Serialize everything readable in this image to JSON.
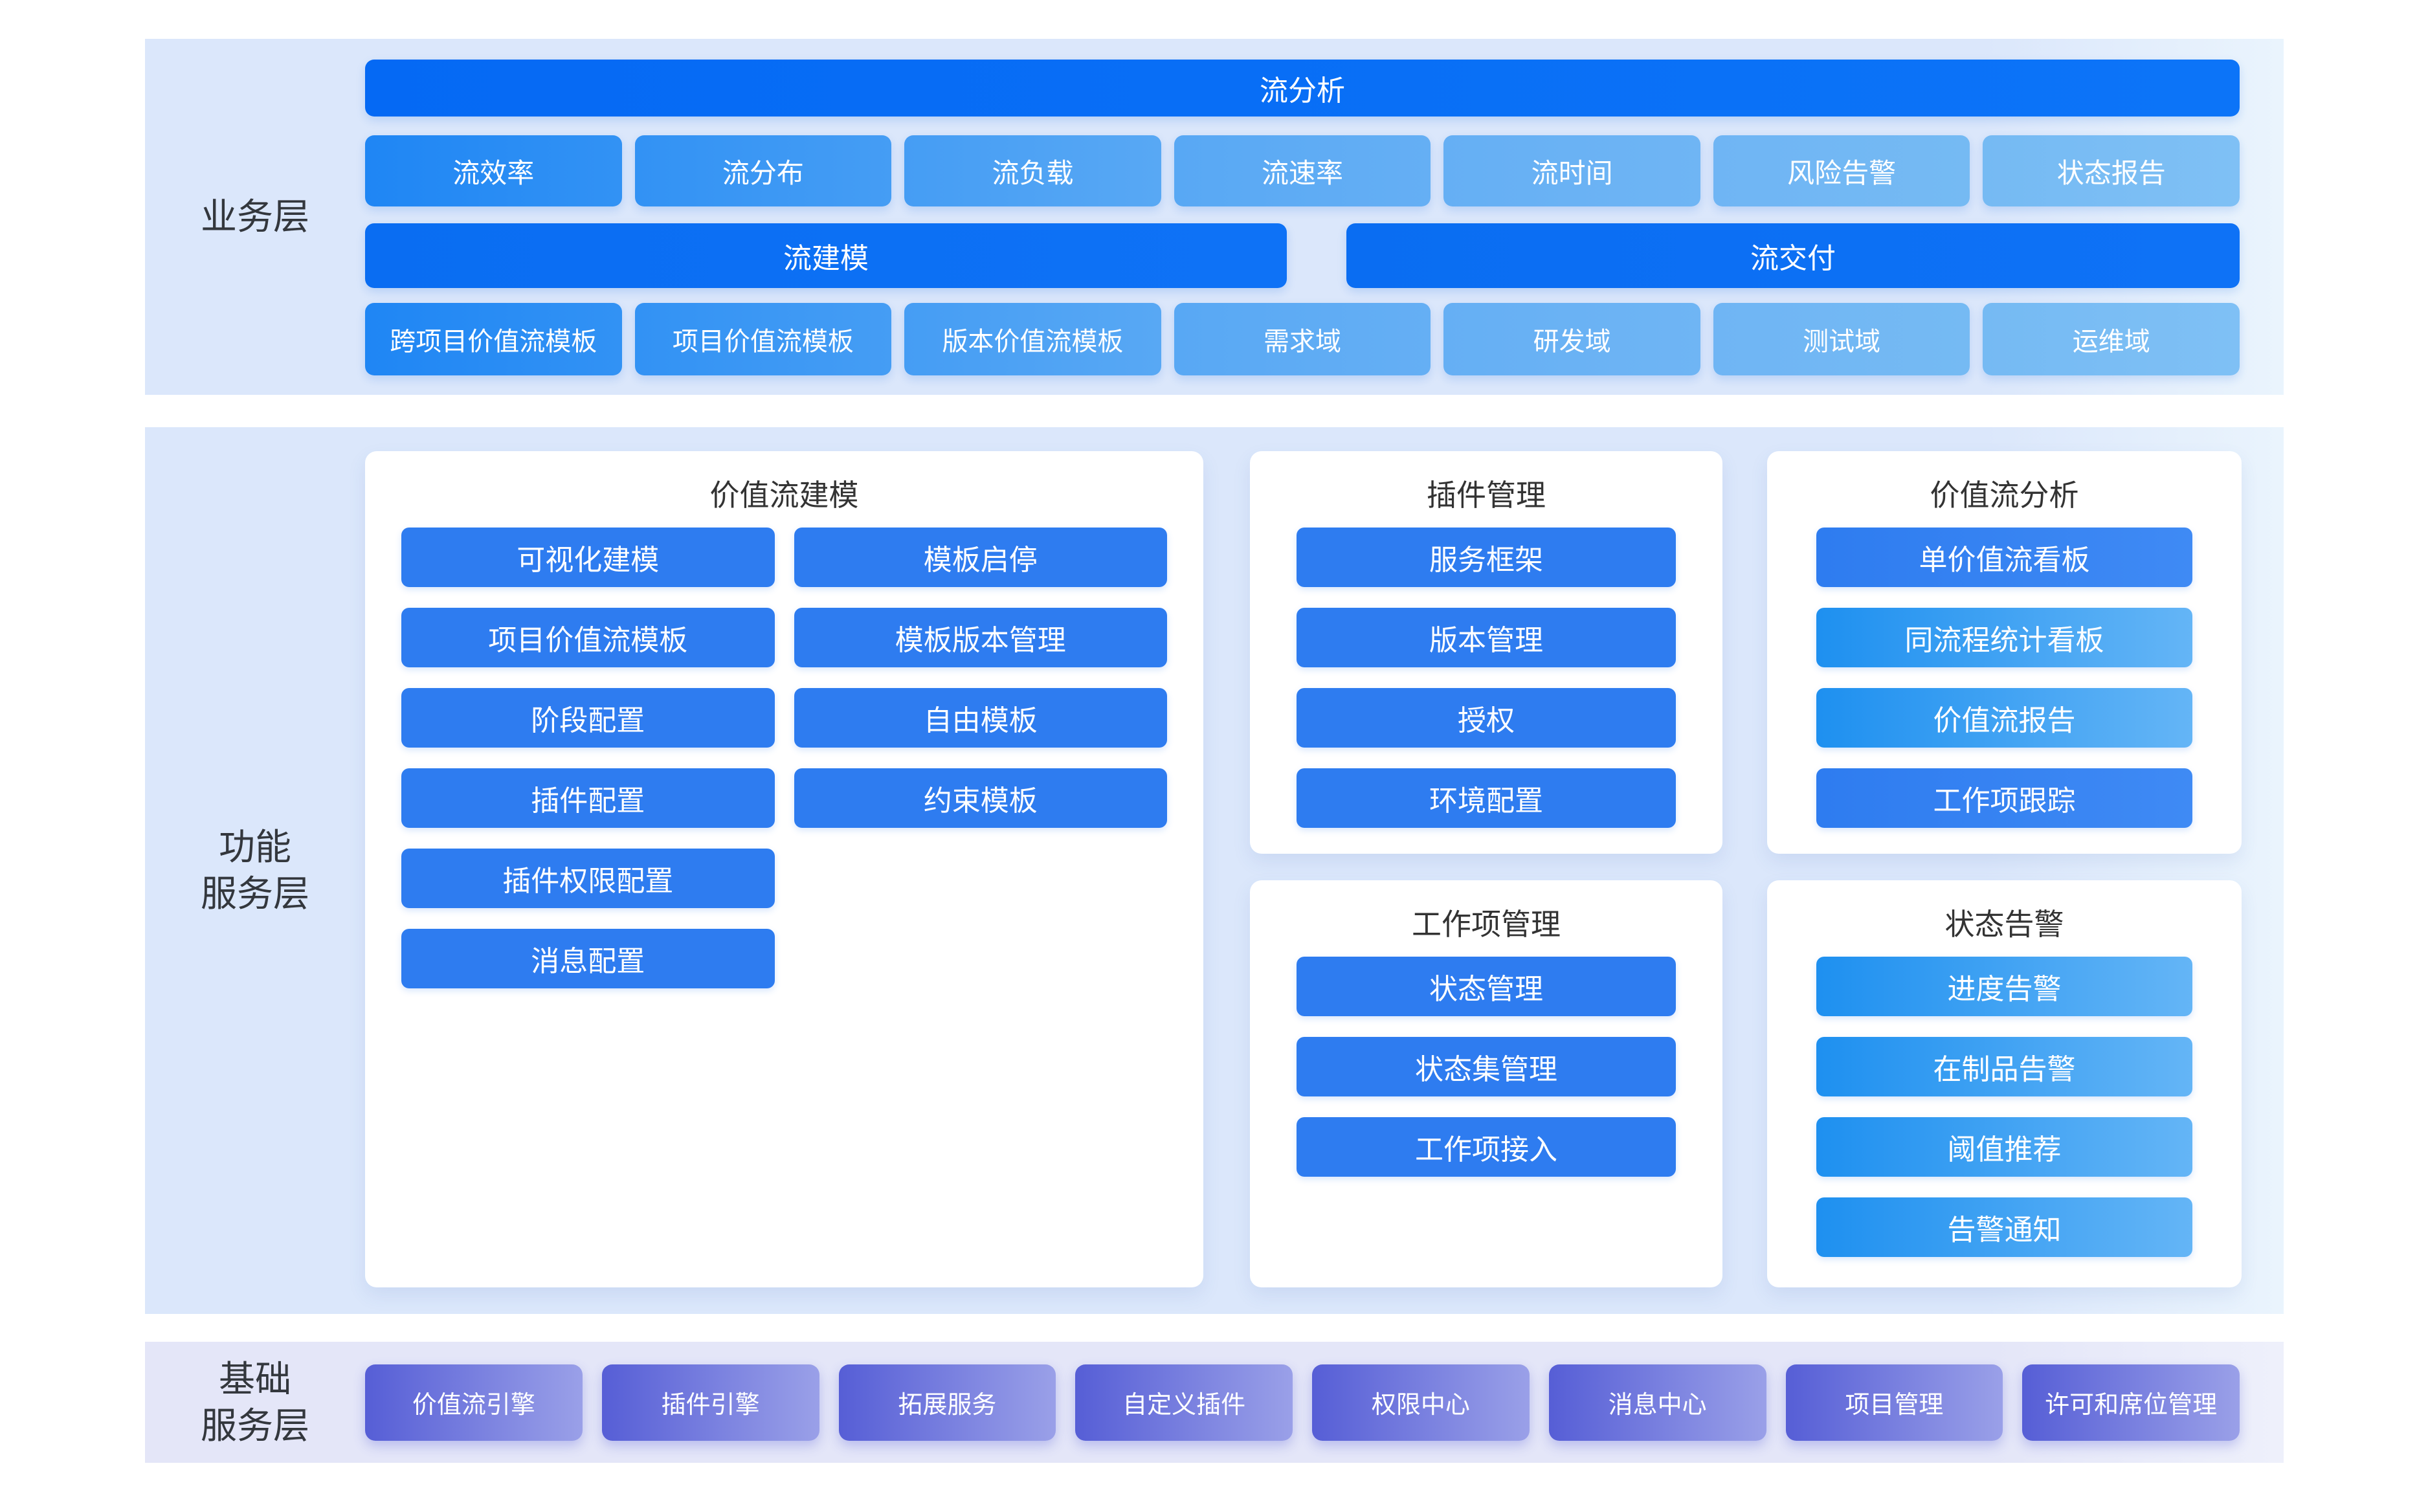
{
  "colors": {
    "page_bg": "#ffffff",
    "band_blue_bg": [
      "#dbe7fb",
      "#eaf4fd"
    ],
    "band_purple_bg": [
      "#e4e6f8",
      "#eef0fb"
    ],
    "primary_bar_gradient": [
      "#0569f4",
      "#0c74f8"
    ],
    "flow_row_stops": [
      "#1f86f4",
      "#3292f4",
      "#459df4",
      "#58a8f4",
      "#65aff4",
      "#6fb5f4",
      "#75baf3",
      "#7fc0f5"
    ],
    "card_button_solid": "#2e7cf0",
    "sky_gradient": [
      "#1e90f0",
      "#64b5f6"
    ],
    "purple_gradient": [
      "#565ed6",
      "#9aa0e8"
    ],
    "text_dark": "#33373d",
    "button_text": "#ffffff"
  },
  "business": {
    "layer_label": "业务层",
    "flow_analysis": {
      "label": "流分析",
      "bg": [
        "#0569f4",
        "#0c74f8"
      ]
    },
    "metrics": [
      {
        "label": "流效率",
        "bg": [
          "#1f86f4",
          "#3292f4"
        ]
      },
      {
        "label": "流分布",
        "bg": [
          "#3292f4",
          "#459df4"
        ]
      },
      {
        "label": "流负载",
        "bg": [
          "#459df4",
          "#58a8f4"
        ]
      },
      {
        "label": "流速率",
        "bg": [
          "#58a8f4",
          "#65aff4"
        ]
      },
      {
        "label": "流时间",
        "bg": [
          "#65aff4",
          "#6fb5f4"
        ]
      },
      {
        "label": "风险告警",
        "bg": [
          "#6fb5f4",
          "#75baf3"
        ]
      },
      {
        "label": "状态报告",
        "bg": [
          "#75baf3",
          "#7fc0f5"
        ]
      }
    ],
    "modeling": {
      "label": "流建模",
      "bg": [
        "#0a6df2",
        "#0e72f6"
      ]
    },
    "delivery": {
      "label": "流交付",
      "bg": [
        "#0a6df2",
        "#0e72f6"
      ]
    },
    "domains": [
      {
        "label": "跨项目价值流模板",
        "bg": [
          "#1f86f4",
          "#3292f4"
        ]
      },
      {
        "label": "项目价值流模板",
        "bg": [
          "#3292f4",
          "#459df4"
        ]
      },
      {
        "label": "版本价值流模板",
        "bg": [
          "#459df4",
          "#58a8f4"
        ]
      },
      {
        "label": "需求域",
        "bg": [
          "#58a8f4",
          "#65aff4"
        ]
      },
      {
        "label": "研发域",
        "bg": [
          "#65aff4",
          "#6fb5f4"
        ]
      },
      {
        "label": "测试域",
        "bg": [
          "#6fb5f4",
          "#75baf3"
        ]
      },
      {
        "label": "运维域",
        "bg": [
          "#75baf3",
          "#7fc0f5"
        ]
      }
    ]
  },
  "services": {
    "layer_label_line1": "功能",
    "layer_label_line2": "服务层",
    "modeling_card": {
      "title": "价值流建模",
      "left_items": [
        {
          "label": "可视化建模",
          "bg": [
            "#2e7cf0",
            "#2e7cf0"
          ]
        },
        {
          "label": "项目价值流模板",
          "bg": [
            "#2e7cf0",
            "#2e7cf0"
          ]
        },
        {
          "label": "阶段配置",
          "bg": [
            "#2e7cf0",
            "#2e7cf0"
          ]
        },
        {
          "label": "插件配置",
          "bg": [
            "#2e7cf0",
            "#2e7cf0"
          ]
        },
        {
          "label": "插件权限配置",
          "bg": [
            "#2e7cf0",
            "#2e7cf0"
          ]
        },
        {
          "label": "消息配置",
          "bg": [
            "#2e7cf0",
            "#2e7cf0"
          ]
        }
      ],
      "right_items": [
        {
          "label": "模板启停",
          "bg": [
            "#2e7cf0",
            "#2e7cf0"
          ]
        },
        {
          "label": "模板版本管理",
          "bg": [
            "#2e7cf0",
            "#2e7cf0"
          ]
        },
        {
          "label": "自由模板",
          "bg": [
            "#2e7cf0",
            "#2e7cf0"
          ]
        },
        {
          "label": "约束模板",
          "bg": [
            "#2e7cf0",
            "#2e7cf0"
          ]
        }
      ]
    },
    "plugin_card": {
      "title": "插件管理",
      "items": [
        {
          "label": "服务框架",
          "bg": [
            "#2e7cf0",
            "#2e7cf0"
          ]
        },
        {
          "label": "版本管理",
          "bg": [
            "#2e7cf0",
            "#2e7cf0"
          ]
        },
        {
          "label": "授权",
          "bg": [
            "#2e7cf0",
            "#2e7cf0"
          ]
        },
        {
          "label": "环境配置",
          "bg": [
            "#2e7cf0",
            "#2e7cf0"
          ]
        }
      ]
    },
    "analysis_card": {
      "title": "价值流分析",
      "items": [
        {
          "label": "单价值流看板",
          "bg": [
            "#2e7cf0",
            "#3f8af4"
          ]
        },
        {
          "label": "同流程统计看板",
          "bg": [
            "#1e90f0",
            "#64b5f6"
          ]
        },
        {
          "label": "价值流报告",
          "bg": [
            "#1e90f0",
            "#64b5f6"
          ]
        },
        {
          "label": "工作项跟踪",
          "bg": [
            "#2e7cf0",
            "#3f8af4"
          ]
        }
      ]
    },
    "workitem_card": {
      "title": "工作项管理",
      "items": [
        {
          "label": "状态管理",
          "bg": [
            "#2e7cf0",
            "#2e7cf0"
          ]
        },
        {
          "label": "状态集管理",
          "bg": [
            "#2e7cf0",
            "#2e7cf0"
          ]
        },
        {
          "label": "工作项接入",
          "bg": [
            "#2e7cf0",
            "#2e7cf0"
          ]
        }
      ]
    },
    "alert_card": {
      "title": "状态告警",
      "items": [
        {
          "label": "进度告警",
          "bg": [
            "#1e90f0",
            "#64b5f6"
          ]
        },
        {
          "label": "在制品告警",
          "bg": [
            "#1e90f0",
            "#64b5f6"
          ]
        },
        {
          "label": "阈值推荐",
          "bg": [
            "#1e90f0",
            "#64b5f6"
          ]
        },
        {
          "label": "告警通知",
          "bg": [
            "#1e90f0",
            "#64b5f6"
          ]
        }
      ]
    }
  },
  "foundation": {
    "layer_label_line1": "基础",
    "layer_label_line2": "服务层",
    "services": [
      {
        "label": "价值流引擎",
        "bg": [
          "#565ed6",
          "#9aa0e8"
        ]
      },
      {
        "label": "插件引擎",
        "bg": [
          "#565ed6",
          "#9aa0e8"
        ]
      },
      {
        "label": "拓展服务",
        "bg": [
          "#565ed6",
          "#9aa0e8"
        ]
      },
      {
        "label": "自定义插件",
        "bg": [
          "#565ed6",
          "#9aa0e8"
        ]
      },
      {
        "label": "权限中心",
        "bg": [
          "#565ed6",
          "#9aa0e8"
        ]
      },
      {
        "label": "消息中心",
        "bg": [
          "#565ed6",
          "#9aa0e8"
        ]
      },
      {
        "label": "项目管理",
        "bg": [
          "#565ed6",
          "#9aa0e8"
        ]
      },
      {
        "label": "许可和席位管理",
        "bg": [
          "#565ed6",
          "#9aa0e8"
        ]
      }
    ]
  }
}
